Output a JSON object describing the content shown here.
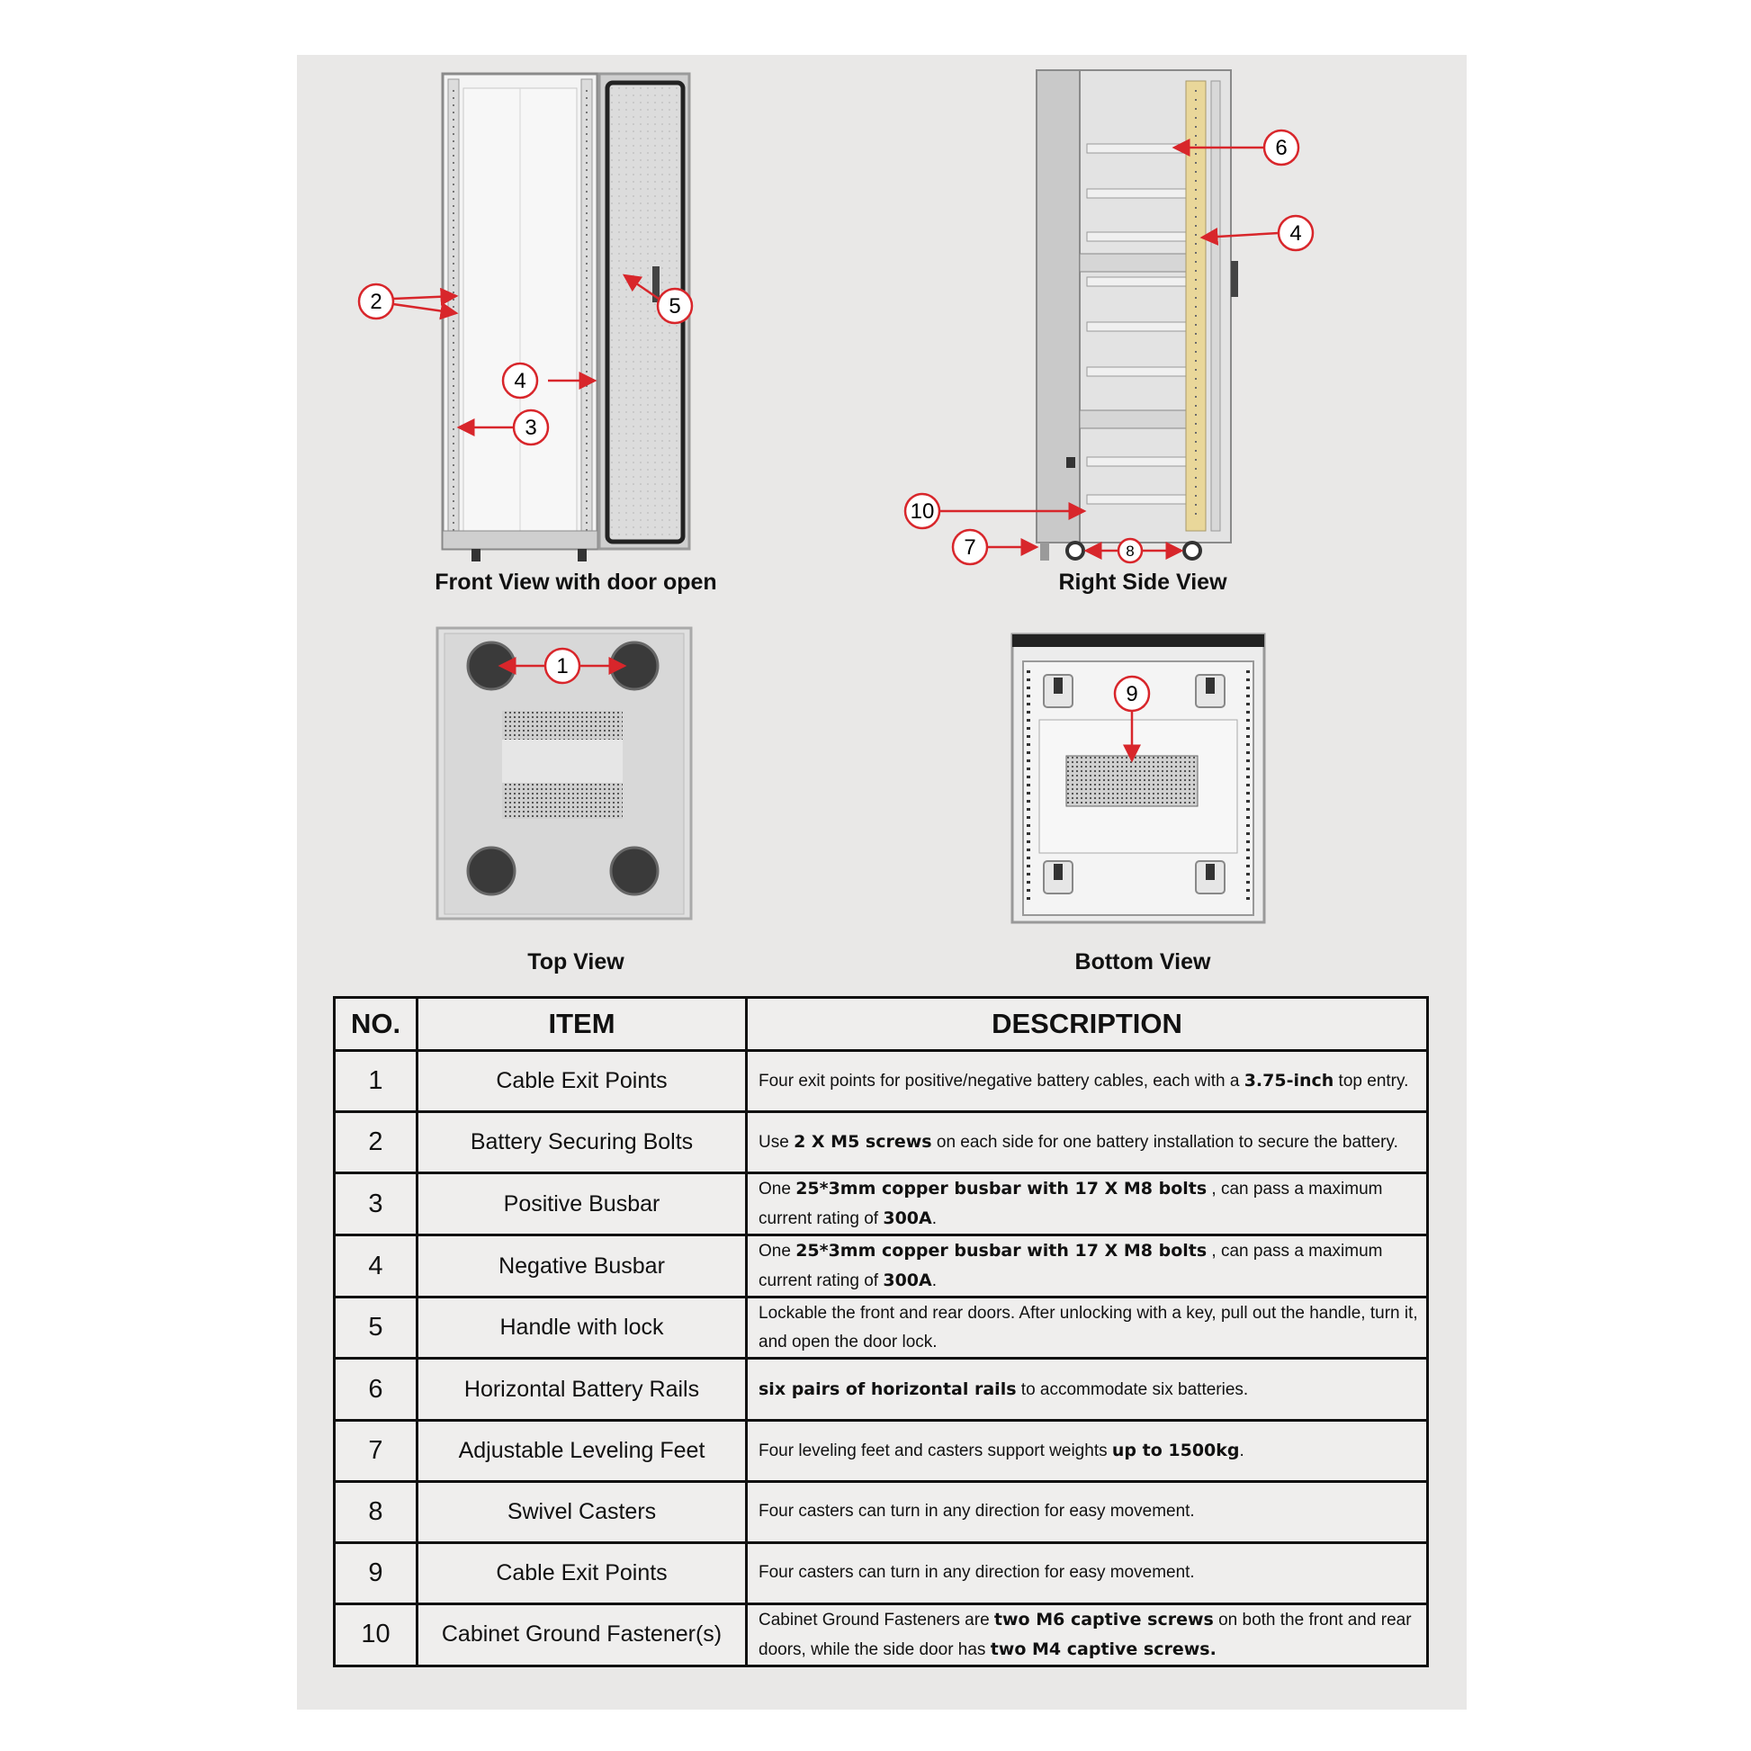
{
  "views": {
    "front": {
      "caption": "Front View with door open",
      "callouts": [
        {
          "id": "c2",
          "label": "2"
        },
        {
          "id": "c5",
          "label": "5"
        },
        {
          "id": "c4",
          "label": "4"
        },
        {
          "id": "c3",
          "label": "3"
        }
      ]
    },
    "side": {
      "caption": "Right Side View",
      "callouts": [
        {
          "id": "c6",
          "label": "6"
        },
        {
          "id": "c4",
          "label": "4"
        },
        {
          "id": "c10",
          "label": "10"
        },
        {
          "id": "c7",
          "label": "7"
        },
        {
          "id": "c8",
          "label": "8"
        }
      ]
    },
    "top": {
      "caption": "Top View",
      "callouts": [
        {
          "id": "c1",
          "label": "1"
        }
      ]
    },
    "bottom": {
      "caption": "Bottom View",
      "callouts": [
        {
          "id": "c9",
          "label": "9"
        }
      ]
    }
  },
  "table": {
    "headers": {
      "no": "NO.",
      "item": "ITEM",
      "description": "DESCRIPTION"
    },
    "rows": [
      {
        "no": "1",
        "item": "Cable Exit Points",
        "desc": [
          {
            "t": "Four exit points for positive/negative battery cables, each with a "
          },
          {
            "t": "3.75-inch",
            "b": true
          },
          {
            "t": " top entry."
          }
        ]
      },
      {
        "no": "2",
        "item": "Battery Securing Bolts",
        "desc": [
          {
            "t": "Use "
          },
          {
            "t": "2 X M5 screws",
            "b": true
          },
          {
            "t": " on each side for one battery installation to secure the battery."
          }
        ]
      },
      {
        "no": "3",
        "item": "Positive Busbar",
        "desc": [
          {
            "t": "One "
          },
          {
            "t": "25*3mm copper busbar with 17 X M8 bolts",
            "b": true
          },
          {
            "t": " , can pass a maximum current rating of "
          },
          {
            "t": "300A",
            "b": true
          },
          {
            "t": "."
          }
        ]
      },
      {
        "no": "4",
        "item": "Negative Busbar",
        "desc": [
          {
            "t": "One "
          },
          {
            "t": "25*3mm copper busbar with 17 X M8 bolts",
            "b": true
          },
          {
            "t": " , can pass a maximum current rating of "
          },
          {
            "t": "300A",
            "b": true
          },
          {
            "t": "."
          }
        ]
      },
      {
        "no": "5",
        "item": "Handle with lock",
        "desc": [
          {
            "t": "Lockable the front and rear doors. After unlocking with a key, pull out the handle, turn it, and open the door lock."
          }
        ]
      },
      {
        "no": "6",
        "item": "Horizontal Battery Rails",
        "desc": [
          {
            "t": "six pairs of horizontal rails",
            "b": true
          },
          {
            "t": " to accommodate six batteries."
          }
        ]
      },
      {
        "no": "7",
        "item": "Adjustable Leveling Feet",
        "desc": [
          {
            "t": "Four leveling feet and casters support weights "
          },
          {
            "t": "up to 1500kg",
            "b": true
          },
          {
            "t": "."
          }
        ]
      },
      {
        "no": "8",
        "item": "Swivel Casters",
        "desc": [
          {
            "t": "Four casters can turn in any direction for easy movement."
          }
        ]
      },
      {
        "no": "9",
        "item": "Cable Exit Points",
        "desc": [
          {
            "t": "Four casters can turn in any direction for easy movement."
          }
        ]
      },
      {
        "no": "10",
        "item": "Cabinet Ground Fastener(s)",
        "desc": [
          {
            "t": "Cabinet Ground Fasteners are "
          },
          {
            "t": "two M6 captive screws",
            "b": true
          },
          {
            "t": " on both the front and rear doors, while the side door has "
          },
          {
            "t": "two M4 captive screws.",
            "b": true
          }
        ]
      }
    ]
  },
  "colors": {
    "sheet": "#e9e8e7",
    "callout_red": "#d8262b",
    "busbar_yellow": "#e9d79a",
    "cabinet_grey": "#c9c9c9"
  }
}
